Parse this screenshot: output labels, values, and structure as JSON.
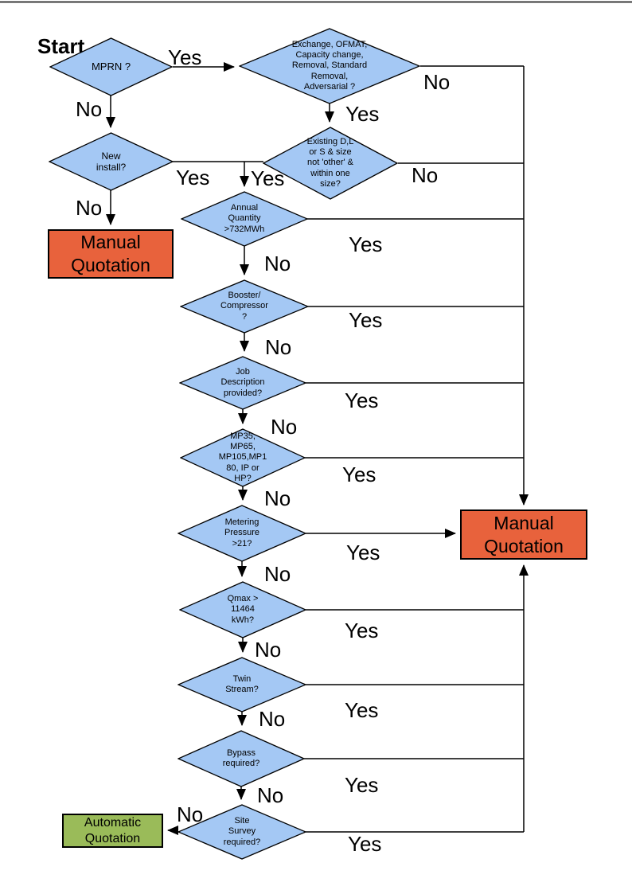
{
  "title": {
    "start_label": "Start"
  },
  "colors": {
    "decision_fill": "#A4C8F4",
    "manual_fill": "#E8623C",
    "auto_fill": "#9ABB59",
    "line": "#000000"
  },
  "labels": {
    "yes": "Yes",
    "no": "No"
  },
  "nodes": {
    "mprn": {
      "text": "MPRN ?"
    },
    "event_type": {
      "text": "Exchange, OFMAT,\nCapacity change,\nRemoval, Standard\nRemoval,\nAdversarial ?"
    },
    "new_install": {
      "text": "New\ninstall?"
    },
    "existing_size": {
      "text": "Existing D,L\nor S & size\nnot 'other' &\nwithin one\nsize?"
    },
    "annual_quantity": {
      "text": "Annual\nQuantity\n>732MWh"
    },
    "booster_compressor": {
      "text": "Booster/\nCompressor\n?"
    },
    "job_description": {
      "text": "Job\nDescription\nprovided?"
    },
    "pressure_tier": {
      "text": "MP35,\nMP65,\nMP105,MP1\n80, IP or\nHP?"
    },
    "metering_pressure": {
      "text": "Metering\nPressure\n>21?"
    },
    "qmax": {
      "text": "Qmax >\n11464\nkWh?"
    },
    "twin_stream": {
      "text": "Twin\nStream?"
    },
    "bypass": {
      "text": "Bypass\nrequired?"
    },
    "site_survey": {
      "text": "Site\nSurvey\nrequired?"
    },
    "manual_quotation_left": {
      "text": "Manual\nQuotation"
    },
    "manual_quotation_right": {
      "text": "Manual\nQuotation"
    },
    "automatic_quotation": {
      "text": "Automatic\nQuotation"
    }
  }
}
